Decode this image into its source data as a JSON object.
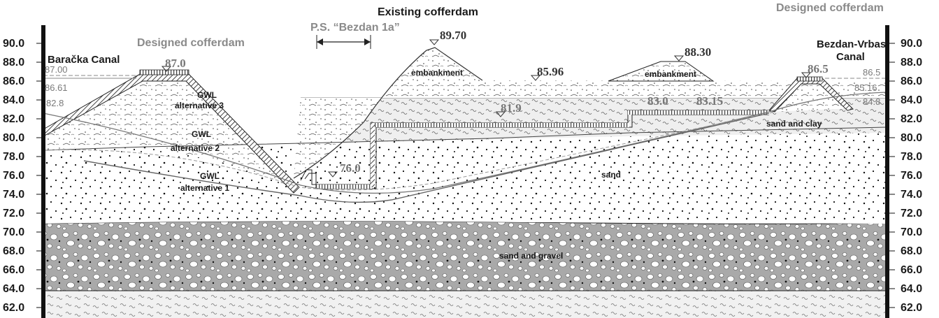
{
  "axis": {
    "left_ticks": [
      "90.0",
      "88.0",
      "86.0",
      "84.0",
      "82.0",
      "80.0",
      "78.0",
      "76.0",
      "74.0",
      "72.0",
      "70.0",
      "68.0",
      "66.0",
      "64.0",
      "62.0"
    ],
    "right_ticks": [
      "90.0",
      "88.0",
      "86.0",
      "84.0",
      "82.0",
      "80.0",
      "78.0",
      "76.0",
      "74.0",
      "72.0",
      "70.0",
      "68.0",
      "66.0",
      "64.0",
      "62.0"
    ]
  },
  "labels": {
    "designed_cofferdam_left": "Designed cofferdam",
    "designed_cofferdam_right": "Designed cofferdam",
    "existing_cofferdam": "Existing cofferdam",
    "pump_station": "P.S. “Bezdan 1a”",
    "baracka_canal": "Baračka Canal",
    "bezdan_vrbas_line1": "Bezdan-Vrbas",
    "bezdan_vrbas_line2": "Canal",
    "gwl3_line1": "GWL",
    "gwl3_line2": "alternative 3",
    "gwl2_line1": "GWL",
    "gwl2_line2": "alternative 2",
    "gwl1_line1": "GWL",
    "gwl1_line2": "alternative 1",
    "embankment_1": "embankment",
    "embankment_2": "embankment",
    "sand": "sand",
    "sand_and_clay": "sand and clay",
    "sand_and_gravel": "sand and gravel"
  },
  "levels": {
    "crest_left": "87.0",
    "existing_crest": "89.70",
    "embankment2_crest": "88.30",
    "mid_level": "85.96",
    "crest_right": "86.5",
    "sheet_top": "81.9",
    "pit_bottom": "76.0",
    "level_83_0": "83.0",
    "level_83_15": "83.15",
    "left_87_00": "87.00",
    "left_86_61": "86.61",
    "left_82_8": "82.8",
    "right_86_5": "86.5",
    "right_85_16": "85.16",
    "right_84_8": "84.8"
  },
  "colors": {
    "gravel_layer": "#a9a9a9",
    "sand_clay_layer": "#efefef",
    "cofferdam_hatch": "#444444"
  }
}
